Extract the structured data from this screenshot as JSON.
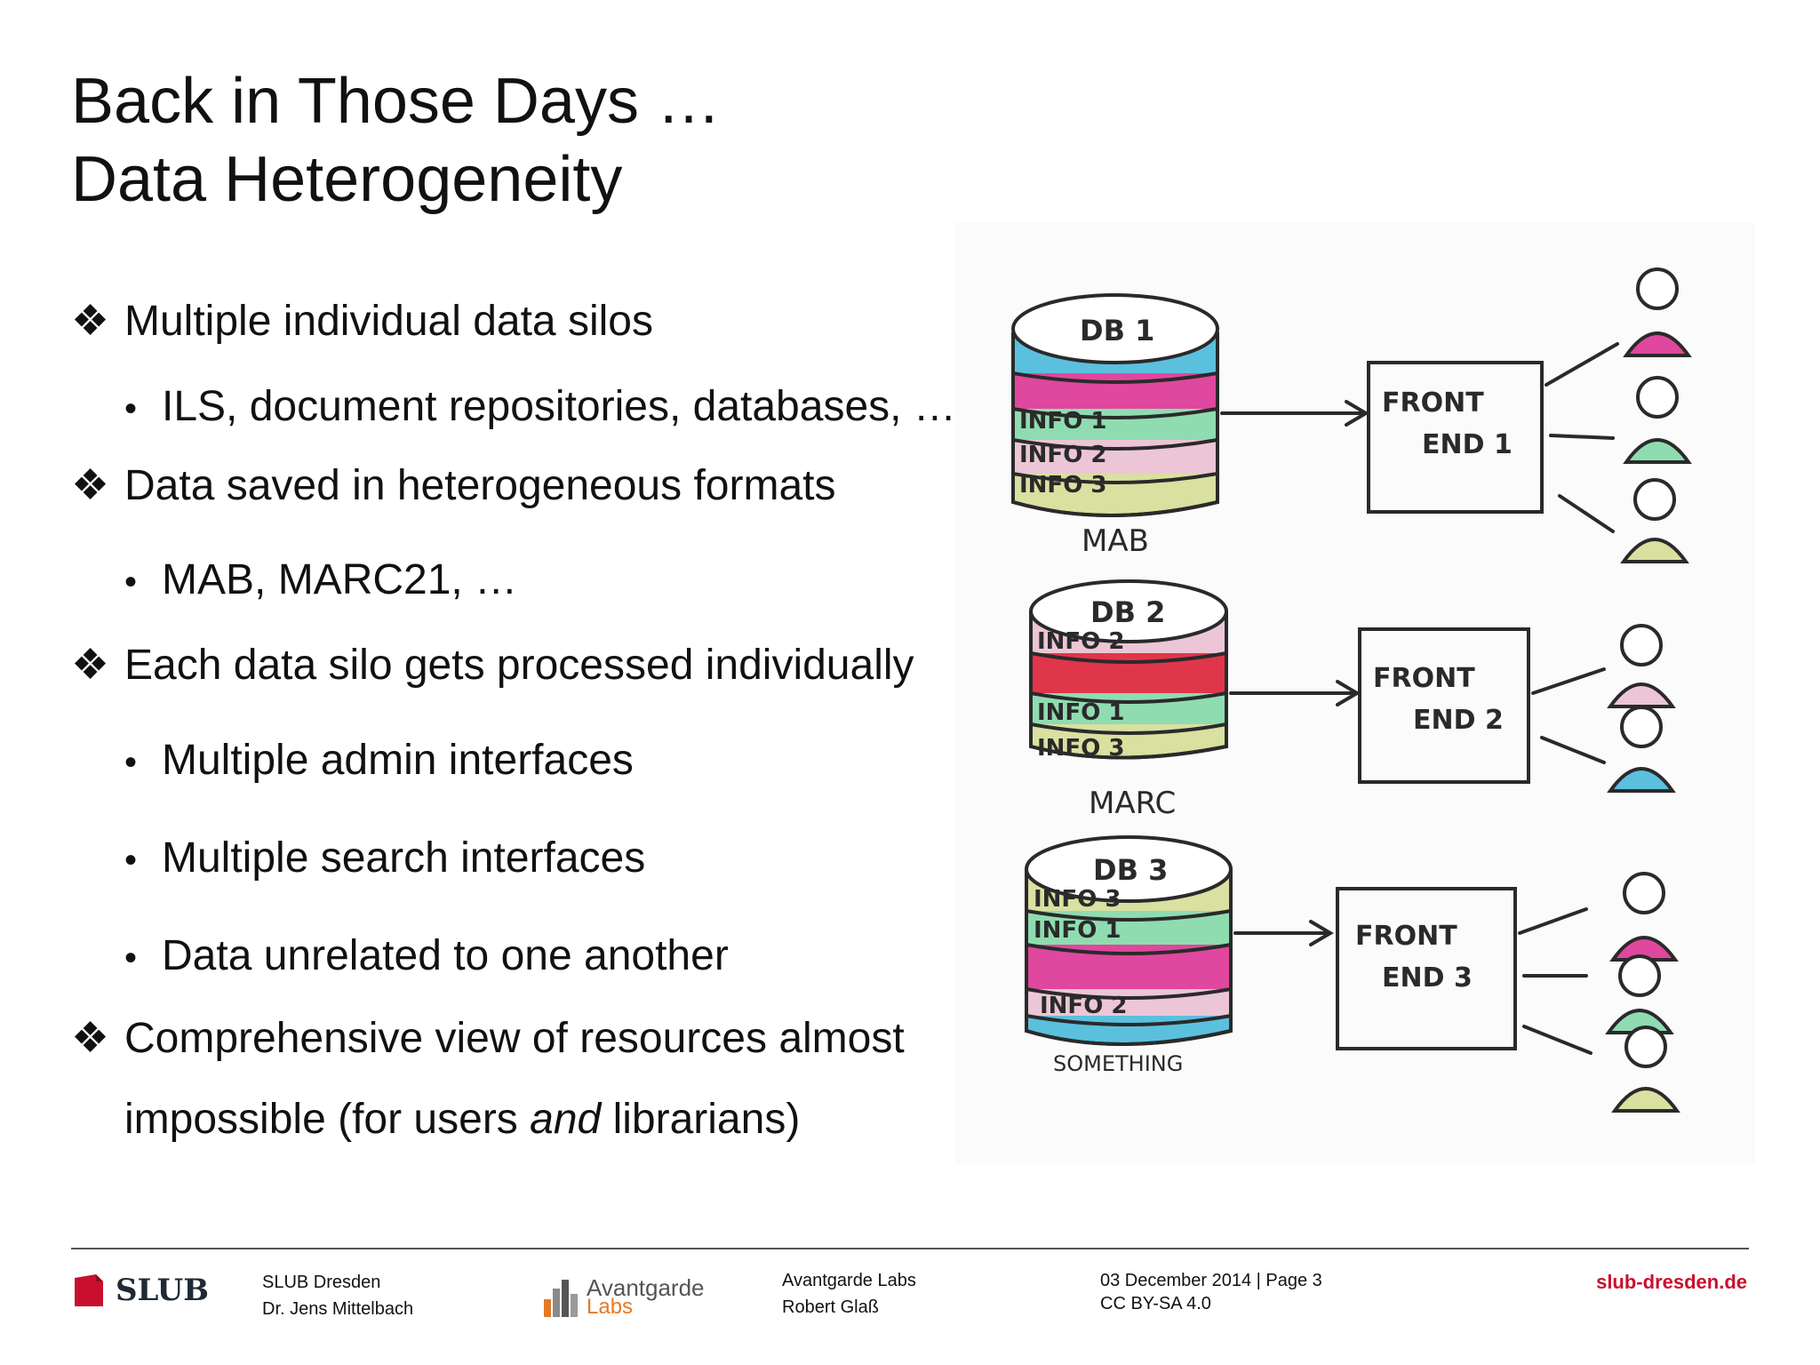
{
  "title": {
    "line1": "Back in Those Days …",
    "line2": "Data Heterogeneity"
  },
  "bullets": {
    "b1": "Multiple individual data silos",
    "b1_sub1": "ILS, document repositories, databases, …",
    "b2": "Data saved in heterogeneous formats",
    "b2_sub1": "MAB, MARC21, …",
    "b3": "Each data silo gets processed individually",
    "b3_sub1": "Multiple admin interfaces",
    "b3_sub2": "Multiple search interfaces",
    "b3_sub3": "Data unrelated to one another",
    "b4_line1": "Comprehensive view of resources almost",
    "b4_line2_pre": "impossible (for users ",
    "b4_line2_em": "and",
    "b4_line2_post": " librarians)",
    "diamond_marker": "❖",
    "dot_marker": "•"
  },
  "illustration": {
    "db1": {
      "label": "DB 1",
      "rows": [
        "INFO 1",
        "INFO 2",
        "INFO 3"
      ],
      "format": "MAB",
      "frontend": [
        "FRONT",
        "END 1"
      ]
    },
    "db2": {
      "label": "DB 2",
      "rows": [
        "INFO 2",
        "INFO 1",
        "INFO 3"
      ],
      "format": "MARC",
      "frontend": [
        "FRONT",
        "END 2"
      ]
    },
    "db3": {
      "label": "DB 3",
      "rows": [
        "INFO 3",
        "INFO 1",
        "INFO 2"
      ],
      "format": "SOMETHING",
      "frontend": [
        "FRONT",
        "END 3"
      ]
    },
    "colors": {
      "blue": "#5bc0de",
      "magenta": "#e0479e",
      "mint": "#8fdcb0",
      "pink": "#ecc6d6",
      "khaki": "#d9e0a0",
      "red": "#e0364a",
      "outline": "#2a2a2a"
    }
  },
  "footer": {
    "org_logo_text": "SLUB",
    "org_name": "SLUB Dresden",
    "org_person": "Dr. Jens Mittelbach",
    "partner_logo_name": "Avantgarde",
    "partner_logo_sub": "Labs",
    "partner_name": "Avantgarde Labs",
    "partner_person": "Robert Glaß",
    "date_page": "03 December 2014 | Page 3",
    "license": "CC BY-SA 4.0",
    "website": "slub-dresden.de",
    "brand_red": "#c8102e"
  }
}
